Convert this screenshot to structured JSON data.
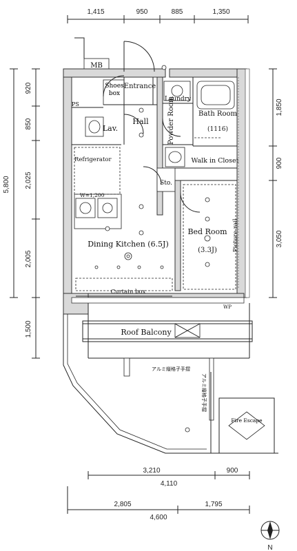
{
  "dimensions": {
    "top": [
      "1,415",
      "950",
      "885",
      "1,350"
    ],
    "left_outer": "5,800",
    "left_inner": [
      "920",
      "850",
      "2,025",
      "2,005"
    ],
    "left_balcony": "1,500",
    "right": [
      "1,850",
      "900",
      "3,050"
    ],
    "bottom_row1": [
      "3,210",
      "900"
    ],
    "bottom_row1_total": "4,110",
    "bottom_row2": [
      "2,805",
      "1,795"
    ],
    "bottom_row2_total": "4,600"
  },
  "rooms": {
    "mb": "MB",
    "ps": "PS",
    "entrance": "Entrance",
    "shoes_box": "Shoes box",
    "hall": "Hall",
    "lav": "Lav.",
    "refrigerator": "Refrigerator",
    "powder_room": "Powder Room",
    "laundry": "Laundry",
    "bath_room": "Bath Room",
    "bath_size": "(1116)",
    "walk_in_closet": "Walk in Closet",
    "sto": "Sto.",
    "kitchen_spec": "W=1,200",
    "dining_kitchen": "Dining Kitchen (6.5J)",
    "bed_room": "Bed Room",
    "bed_size": "(3.3J)",
    "picture_rail": "Picture rail",
    "curtain_box": "Curtain box",
    "roof_balcony": "Roof Balcony",
    "fire_escape": "Fire Escape",
    "compass_n": "N",
    "wp": "WP",
    "railing_1": "アルミ縦格子手摺",
    "railing_2": "アルミ縦格子手摺"
  }
}
